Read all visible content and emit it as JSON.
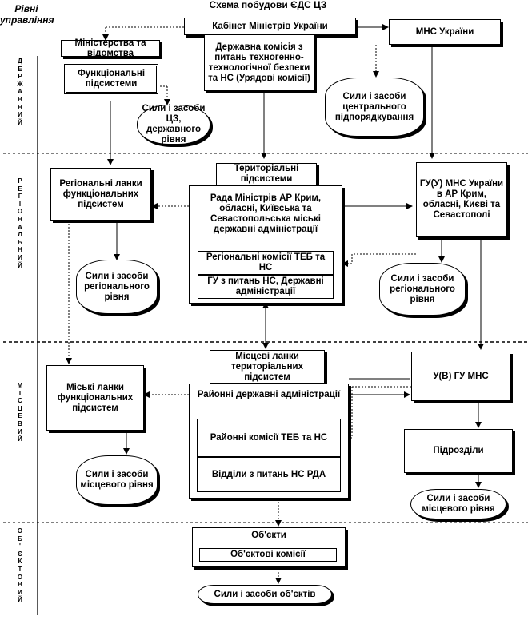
{
  "title": "Схема побудови ЄДС ЦЗ",
  "levels_header": [
    "Рівні",
    "управління"
  ],
  "levels": {
    "state": "ДЕРЖАВНИЙ",
    "regional": "РЕГІОНАЛЬНИЙ",
    "local": "МІСЦЕВИЙ",
    "object": "ОБ'ЄКТОВИЙ"
  },
  "state": {
    "cabinet": "Кабінет Міністрів України",
    "ministries": "Міністерства та відомства",
    "functional_subsystems": "Функціональні підсистеми",
    "commission": "Державна комісія з питань техногенно-технологічної безпеки та НС (Урядові комісії)",
    "mns": "МНС України",
    "forces_state": "Сили і засоби ЦЗ, державного рівня",
    "forces_central": "Сили і засоби центрального підпорядкування"
  },
  "regional": {
    "functional_links": "Регіональні ланки функціональних підсистем",
    "territorial_subsystems": "Територіальні підсистеми",
    "council": "Рада Міністрів АР Крим, обласні, Київська та Севастопольська міські державні адміністрації",
    "commissions_teb": "Регіональні комісії ТЕБ та НС",
    "gu_ns": "ГУ з питань НС, Державні адміністрації",
    "gu_mns": "ГУ(У) МНС України в АР Крим, обласні, Києві та Севастополі",
    "forces_left": "Сили і засоби регіонального рівня",
    "forces_right": "Сили і засоби регіонального рівня"
  },
  "local": {
    "city_links": "Міські ланки функціональних підсистем",
    "local_territorial": "Місцеві ланки територіальних підсистем",
    "district_admin": "Районні державні адміністрації",
    "district_commissions": "Районні комісії ТЕБ та НС",
    "departments": "Відділи з питань НС РДА",
    "uv_gu_mns": "У(В) ГУ МНС",
    "units": "Підрозділи",
    "forces_left": "Сили і засоби місцевого рівня",
    "forces_right": "Сили і засоби місцевого рівня"
  },
  "object": {
    "objects": "Об'єкти",
    "object_commissions": "Об'єктові комісії",
    "forces_objects": "Сили і засоби об'єктів"
  }
}
